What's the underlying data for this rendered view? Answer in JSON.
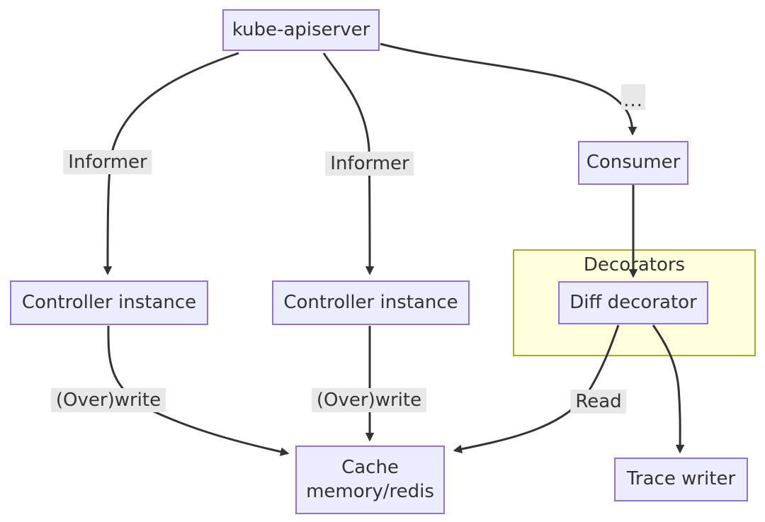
{
  "diagram": {
    "type": "flowchart",
    "direction": "top-down",
    "nodes": {
      "kube_apiserver": {
        "label": "kube-apiserver"
      },
      "controller_instance_1": {
        "label": "Controller instance"
      },
      "controller_instance_2": {
        "label": "Controller instance"
      },
      "consumer": {
        "label": "Consumer"
      },
      "diff_decorator": {
        "label": "Diff decorator"
      },
      "cache": {
        "label": "Cache\nmemory/redis"
      },
      "trace_writer": {
        "label": "Trace writer"
      }
    },
    "cluster": {
      "label": "Decorators",
      "contains": [
        "diff_decorator"
      ]
    },
    "edge_labels": {
      "informer_1": "Informer",
      "informer_2": "Informer",
      "ellipsis": "...",
      "overwrite_1": "(Over)write",
      "overwrite_2": "(Over)write",
      "read": "Read"
    },
    "edges": [
      {
        "from": "kube_apiserver",
        "to": "controller_instance_1",
        "label": "Informer"
      },
      {
        "from": "kube_apiserver",
        "to": "controller_instance_2",
        "label": "Informer"
      },
      {
        "from": "kube_apiserver",
        "to": "consumer",
        "label": "..."
      },
      {
        "from": "consumer",
        "to": "diff_decorator",
        "label": ""
      },
      {
        "from": "controller_instance_1",
        "to": "cache",
        "label": "(Over)write"
      },
      {
        "from": "controller_instance_2",
        "to": "cache",
        "label": "(Over)write"
      },
      {
        "from": "diff_decorator",
        "to": "cache",
        "label": "Read"
      },
      {
        "from": "diff_decorator",
        "to": "trace_writer",
        "label": ""
      }
    ],
    "colors": {
      "background": "#FFFFFF",
      "node_fill": "#ECECFF",
      "node_border": "#9370DB",
      "cluster_fill": "#FFFFDE",
      "cluster_border": "#AAAA33",
      "edge_stroke": "#333333",
      "edge_label_bg": "#E8E8E8",
      "text": "#333333"
    }
  }
}
